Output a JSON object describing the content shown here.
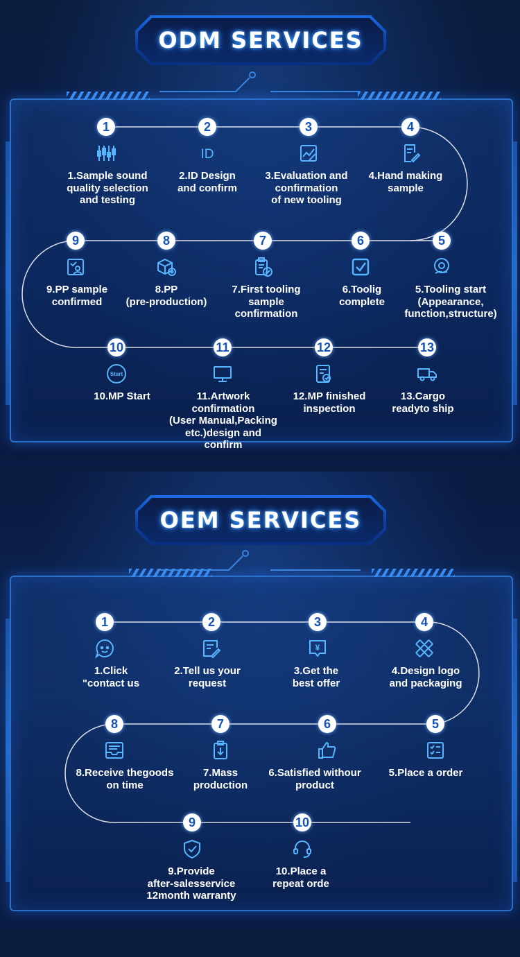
{
  "odm": {
    "title": "ODM SERVICES",
    "steps": [
      {
        "num": "1",
        "label": "1.Sample sound\nquality selection\nand testing",
        "icon": "equalizer-icon"
      },
      {
        "num": "2",
        "label": "2.ID Design\nand confirm",
        "icon": "id-icon"
      },
      {
        "num": "3",
        "label": "3.Evaluation and\nconfirmation\nof new tooling",
        "icon": "chart-edit-icon"
      },
      {
        "num": "4",
        "label": "4.Hand making\nsample",
        "icon": "document-edit-icon"
      },
      {
        "num": "5",
        "label": "5.Tooling start\n(Appearance,\nfunction,structure)",
        "icon": "gear-hand-icon"
      },
      {
        "num": "6",
        "label": "6.Toolig\ncomplete",
        "icon": "checkbox-icon"
      },
      {
        "num": "7",
        "label": "7.First tooling\nsample\nconfirmation",
        "icon": "clipboard-check-icon"
      },
      {
        "num": "8",
        "label": "8.PP\n(pre-production)",
        "icon": "box-gear-icon"
      },
      {
        "num": "9",
        "label": "9.PP sample\nconfirmed",
        "icon": "user-check-icon"
      },
      {
        "num": "10",
        "label": "10.MP Start",
        "icon": "start-icon",
        "icon_text": "Start"
      },
      {
        "num": "11",
        "label": "11.Artwork\nconfirmation\n(User Manual,Packing\netc.)design and confirm",
        "icon": "monitor-icon"
      },
      {
        "num": "12",
        "label": "12.MP finished\ninspection",
        "icon": "inspection-icon"
      },
      {
        "num": "13",
        "label": "13.Cargo\nreadyto ship",
        "icon": "truck-icon"
      }
    ]
  },
  "oem": {
    "title": "OEM SERVICES",
    "steps": [
      {
        "num": "1",
        "label": "1.Click\n\"contact us",
        "icon": "chat-icon"
      },
      {
        "num": "2",
        "label": "2.Tell us your\nrequest",
        "icon": "edit-note-icon"
      },
      {
        "num": "3",
        "label": "3.Get the\nbest offer",
        "icon": "yen-tag-icon",
        "icon_text": "¥"
      },
      {
        "num": "4",
        "label": "4.Design logo\nand packaging",
        "icon": "design-tools-icon"
      },
      {
        "num": "5",
        "label": "5.Place a order",
        "icon": "checklist-icon"
      },
      {
        "num": "6",
        "label": "6.Satisfied withour\nproduct",
        "icon": "thumbs-up-icon"
      },
      {
        "num": "7",
        "label": "7.Mass\nproduction",
        "icon": "clipboard-down-icon"
      },
      {
        "num": "8",
        "label": "8.Receive thegoods\non time",
        "icon": "inbox-icon"
      },
      {
        "num": "9",
        "label": "9.Provide\nafter-salesservice\n12month warranty",
        "icon": "shield-check-icon"
      },
      {
        "num": "10",
        "label": "10.Place a\nrepeat orde",
        "icon": "headset-icon"
      }
    ]
  },
  "colors": {
    "accent": "#57b6ff",
    "line": "#ffffff",
    "badge": "#ffffff",
    "badge_text": "#1553b8"
  }
}
